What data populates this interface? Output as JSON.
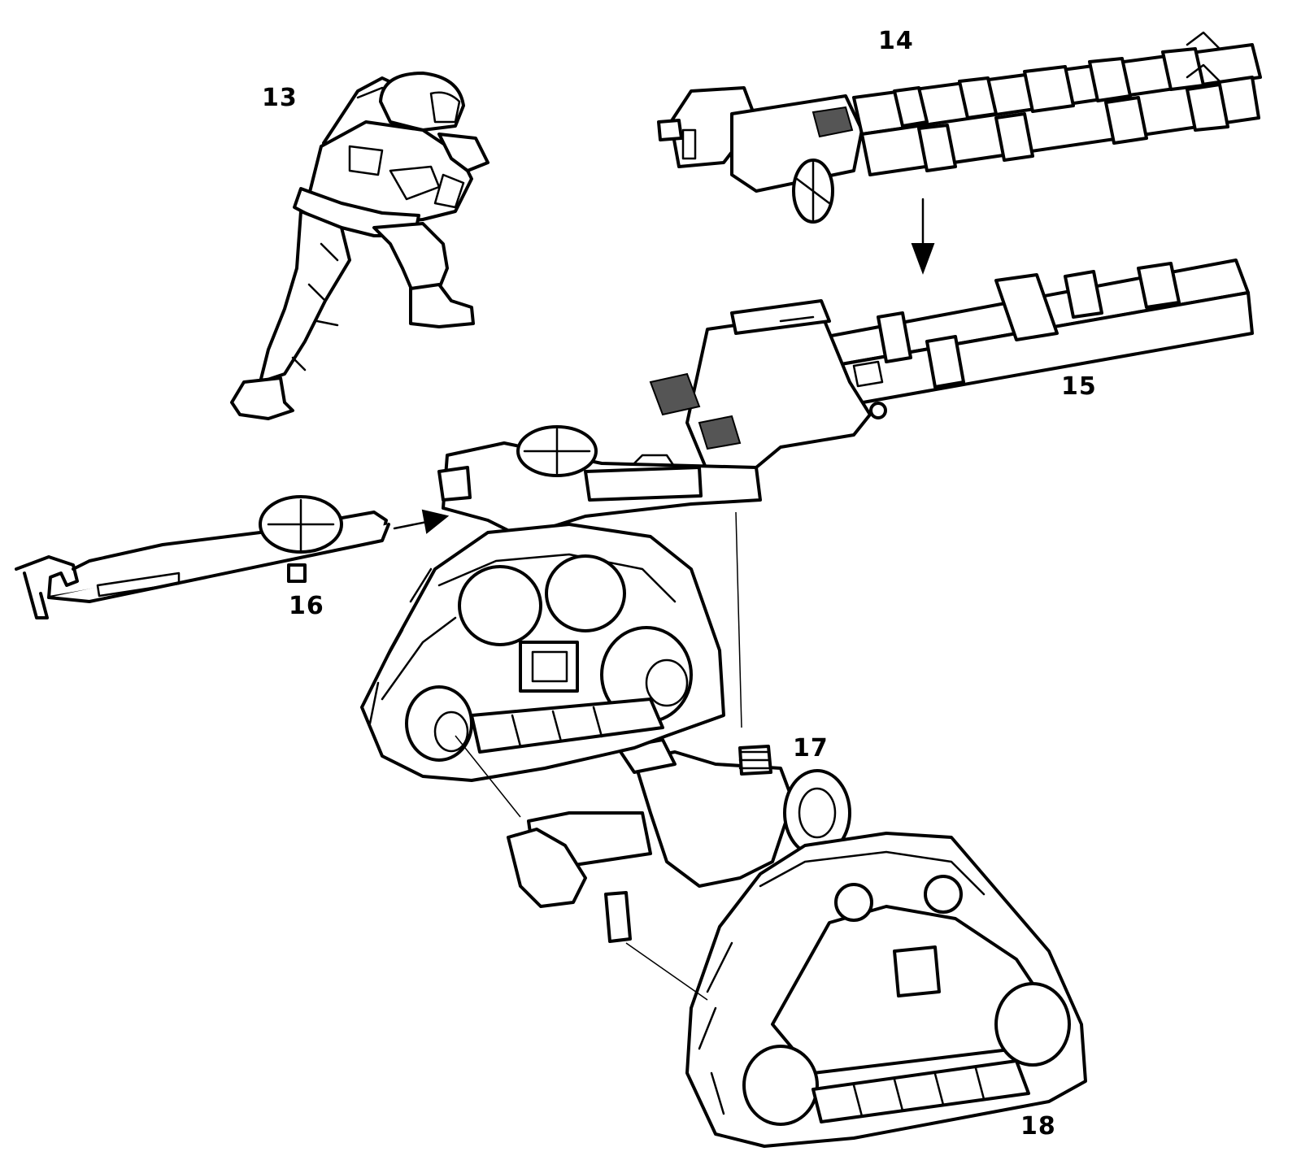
{
  "diagram": {
    "labels": {
      "part13": "13",
      "part14": "14",
      "part15": "15",
      "part16": "16",
      "part17": "17",
      "part18": "18"
    },
    "colors": {
      "ink": "#000000",
      "paper": "#ffffff"
    },
    "icons": {
      "trooper": "trooper-figure-icon",
      "gun_barrels": "twin-barrel-icon",
      "gun_assembly": "gun-carriage-icon",
      "sight_arm": "sight-arm-icon",
      "axle": "axle-icon",
      "track": "track-unit-icon",
      "arrow": "assembly-arrow-icon"
    }
  }
}
